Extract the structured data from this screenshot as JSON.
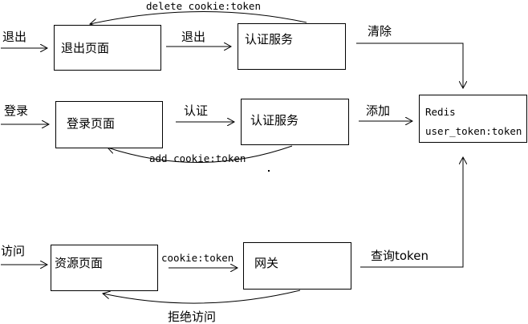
{
  "nodes": {
    "logout_page": "退出页面",
    "auth_service_logout": "认证服务",
    "login_page": "登录页面",
    "auth_service_login": "认证服务",
    "redis_title": "Redis",
    "redis_key": "user_token:token",
    "resource_page": "资源页面",
    "gateway": "网关"
  },
  "edges": {
    "logout_in": "退出",
    "logout_to_auth": "退出",
    "delete_cookie": "delete cookie:token",
    "clear": "清除",
    "login_in": "登录",
    "login_to_auth": "认证",
    "add": "添加",
    "add_cookie": "add cookie:token",
    "visit_in": "访问",
    "cookie_token": "cookie:token",
    "query_token": "查询token",
    "deny": "拒绝访问"
  },
  "colors": {
    "stroke": "#000000",
    "background": "#ffffff"
  }
}
